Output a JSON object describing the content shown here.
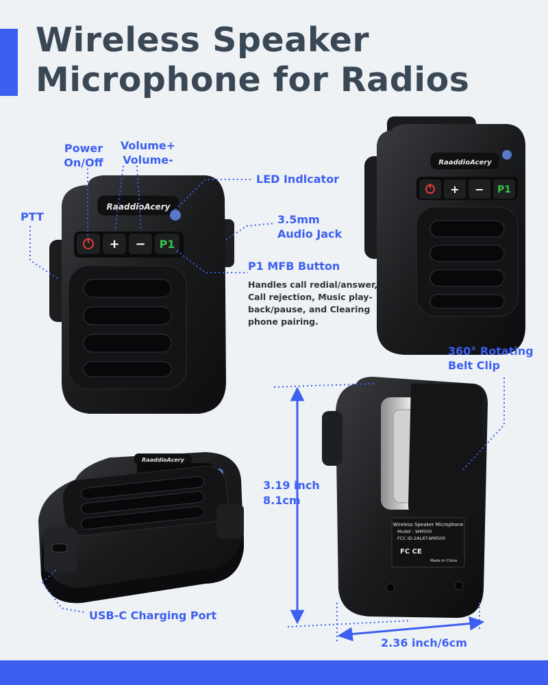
{
  "title": {
    "line1": "Wireless Speaker",
    "line2": "Microphone for Radios"
  },
  "labels": {
    "power": "Power\nOn/Off",
    "volume": "Volume+\nVolume-",
    "led": "LED Indlcator",
    "ptt": "PTT",
    "audio_jack": "3.5mm\nAudio Jack",
    "p1": "P1 MFB Button",
    "belt_clip": "360° Rotating\nBelt Clip",
    "usb": "USB-C Charging Port"
  },
  "description": "Handles call redial/answer, Call rejection, Music play-back/pause, and Clearing phone pairing.",
  "dimensions": {
    "height_inch": "3.19 inch",
    "height_cm": "8.1cm",
    "width": "2.36 inch/6cm"
  },
  "device": {
    "brand": "RaaddioAcery",
    "p1_key": "P1",
    "plus_key": "+",
    "minus_key": "−",
    "sticker": {
      "line1": "Wireless Speaker Microphone",
      "line2": "Model : WM500",
      "line3": "FCC ID:2AL6T-WM500",
      "line4": "Made in China"
    }
  },
  "colors": {
    "accent": "#3d5ff0",
    "title": "#3a4856",
    "power_red": "#e23a3a",
    "p1_green": "#36c24a",
    "led_blue": "#5a78c8"
  }
}
